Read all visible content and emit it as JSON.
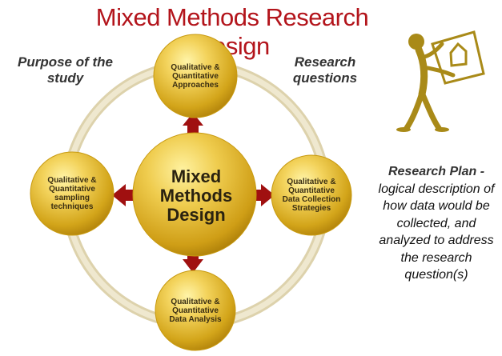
{
  "title": "Mixed Methods Research Design",
  "labels": {
    "purpose": "Purpose of the study",
    "questions": "Research questions"
  },
  "research_plan": {
    "title": "Research Plan -",
    "description": "logical description of how data would be collected, and analyzed to address the research question(s)"
  },
  "center": {
    "label": "Mixed Methods Design"
  },
  "nodes": {
    "top": "Qualitative & Quantitative Approaches",
    "left": "Qualitative & Quantitative sampling techniques",
    "right": "Qualitative & Quantitative Data Collection Strategies",
    "bottom": "Qualitative & Quantitative Data Analysis"
  },
  "colors": {
    "title": "#b3141b",
    "arrow": "#a01010",
    "ring": "#e3d9b6",
    "gold_light": "#f7e27a",
    "gold_dark": "#c89a10",
    "figure": "#a98a18"
  },
  "icons": [
    "stick-figure-holding-house-sign-icon"
  ]
}
